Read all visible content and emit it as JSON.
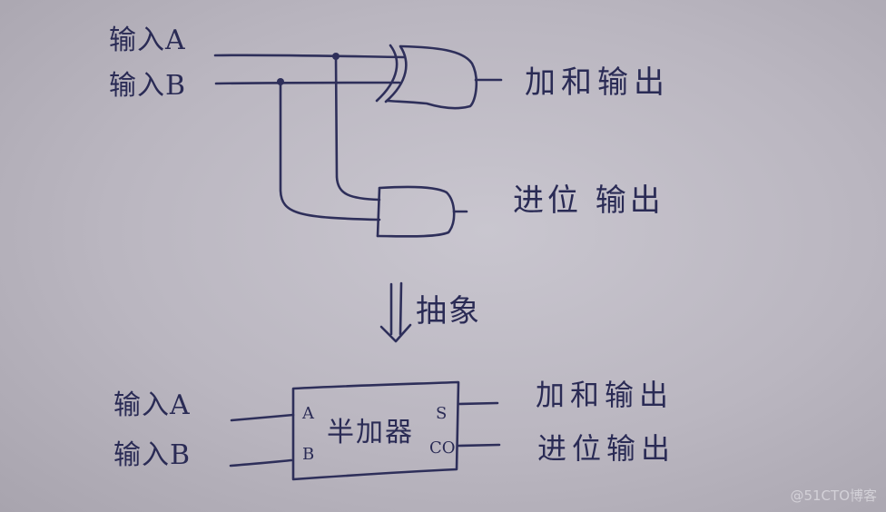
{
  "top_circuit": {
    "input_a": "输入A",
    "input_b": "输入B",
    "sum_output": "加和输出",
    "carry_output": "进位 输出",
    "gates": [
      "xor-gate",
      "and-gate"
    ]
  },
  "arrow": {
    "symbol": "⇓",
    "label": "抽象"
  },
  "abstract_block": {
    "input_a": "输入A",
    "input_b": "输入B",
    "block_name": "半加器",
    "pin_a": "A",
    "pin_b": "B",
    "pin_s": "S",
    "pin_co": "CO",
    "sum_output": "加和输出",
    "carry_output": "进位输出"
  },
  "watermark": "@51CTO博客"
}
